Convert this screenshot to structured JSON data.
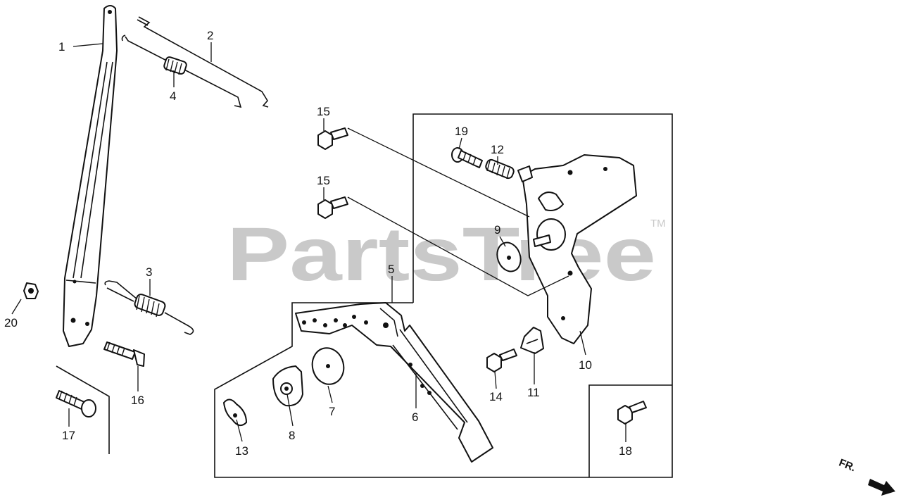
{
  "diagram": {
    "watermark": "PartsTree",
    "trademark": "TM",
    "direction_label": "FR.",
    "direction_icon": "arrow-icon",
    "callouts": [
      "1",
      "2",
      "3",
      "4",
      "5",
      "6",
      "7",
      "8",
      "9",
      "10",
      "11",
      "12",
      "13",
      "14",
      "15",
      "15",
      "16",
      "17",
      "18",
      "19",
      "20"
    ]
  }
}
